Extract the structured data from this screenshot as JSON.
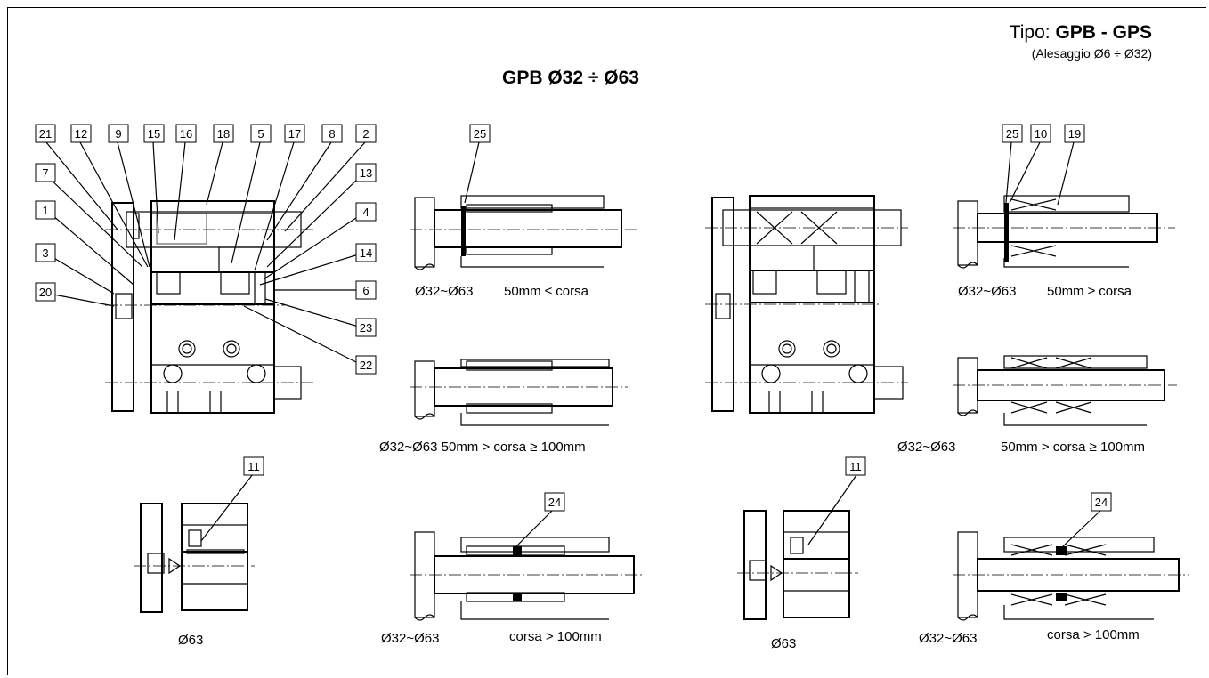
{
  "header": {
    "tipo_prefix": "Tipo: ",
    "tipo_value": "GPB - GPS",
    "bore_range": "(Alesaggio Ø6 ÷ Ø32)",
    "title": "GPB Ø32 ÷ Ø63"
  },
  "part_labels": [
    "21",
    "12",
    "9",
    "15",
    "16",
    "18",
    "5",
    "17",
    "8",
    "2",
    "13",
    "7",
    "1",
    "4",
    "3",
    "14",
    "20",
    "6",
    "23",
    "22",
    "25",
    "25",
    "10",
    "19",
    "11",
    "11",
    "24",
    "24"
  ],
  "captions": {
    "gpb_short_size": "Ø32~Ø63",
    "gpb_short_stroke": "50mm ≤ corsa",
    "gpb_mid": "Ø32~Ø63  50mm > corsa ≥ 100mm",
    "gpb_long_size": "Ø32~Ø63",
    "gpb_long_stroke": "corsa > 100mm",
    "gps_short_size": "Ø32~Ø63",
    "gps_short_stroke": "50mm ≥ corsa",
    "gps_mid_size": "Ø32~Ø63",
    "gps_mid_stroke": "50mm > corsa ≥ 100mm",
    "gps_long_size": "Ø32~Ø63",
    "gps_long_stroke": "corsa > 100mm",
    "detail_left": "Ø63",
    "detail_right": "Ø63"
  },
  "colors": {
    "line": "#000000",
    "background": "#ffffff"
  }
}
